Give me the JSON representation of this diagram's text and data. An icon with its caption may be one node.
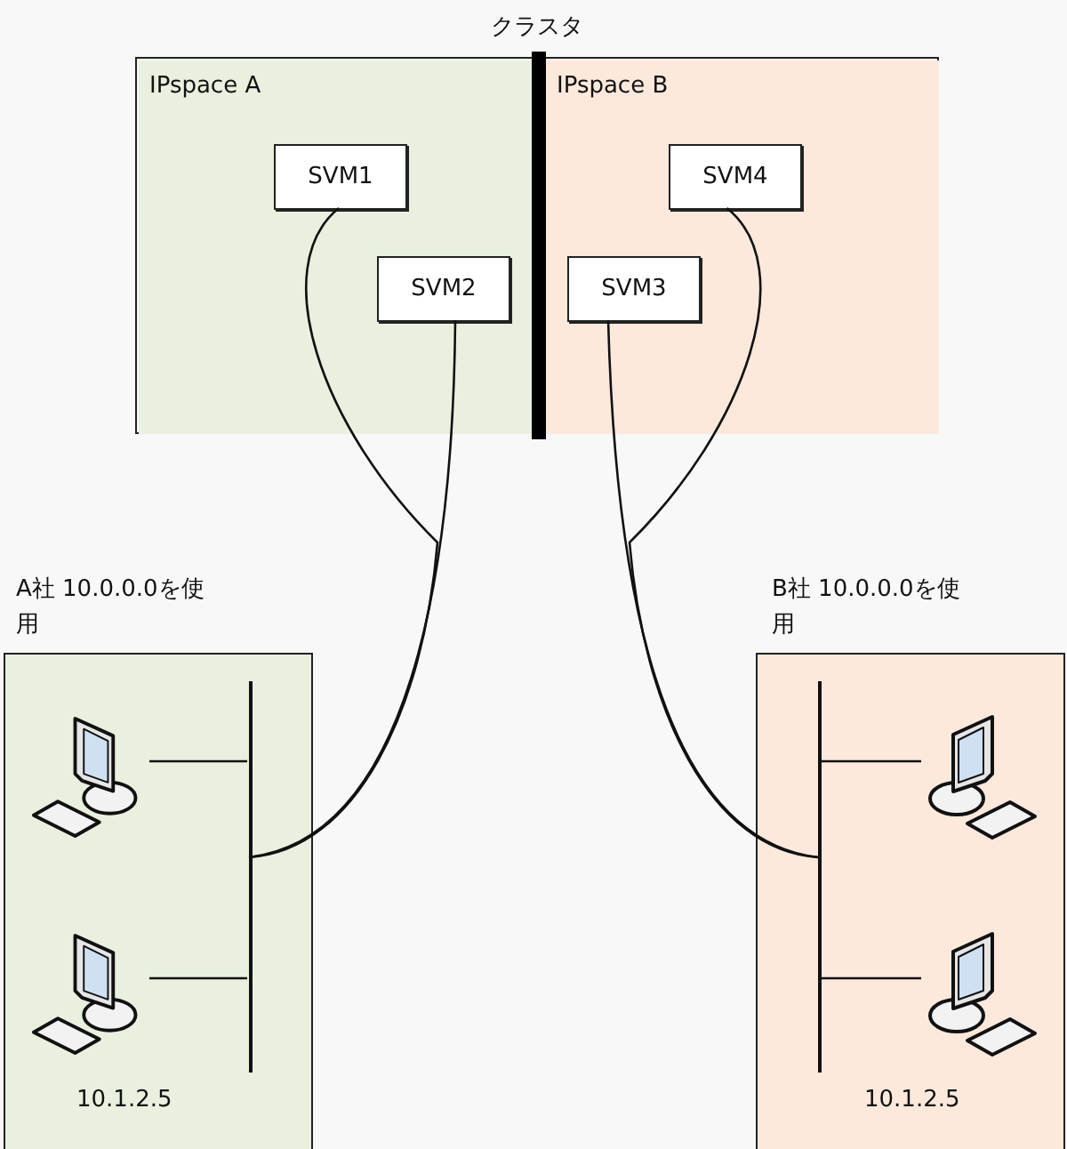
{
  "diagram": {
    "nodes": [
      {
        "text": [
          "クラスタ"
        ]
      },
      {
        "text": [
          "IPspace A"
        ],
        "in": 0
      },
      {
        "text": [
          "SVM1"
        ],
        "in": 1
      },
      {
        "text": [
          "SVM2"
        ],
        "in": 1
      },
      {
        "text": [
          "IPspace B"
        ],
        "in": 0
      },
      {
        "text": [
          "SVM3"
        ],
        "in": 4
      },
      {
        "text": [
          "SVM4"
        ],
        "in": 4
      },
      {
        "text": [
          "A社 10.0.0.0を使用",
          "10.1.2.5"
        ]
      },
      {
        "text": [],
        "shape": "bar",
        "in": 7
      },
      {
        "text": [],
        "shape": "picture",
        "in": 7
      },
      {
        "text": [],
        "shape": "picture",
        "in": 7
      },
      {
        "text": [
          "B社 10.0.0.0を使用",
          "10.1.2.5"
        ]
      },
      {
        "text": [],
        "shape": "bar",
        "in": 11
      },
      {
        "text": [],
        "shape": "picture",
        "in": 11
      },
      {
        "text": [],
        "shape": "picture",
        "in": 11
      }
    ],
    "edges": [
      {
        "from": 2,
        "to": 8,
        "arrow": "none"
      },
      {
        "from": 3,
        "to": 8,
        "arrow": "none"
      },
      {
        "from": 5,
        "to": 12,
        "arrow": "none"
      },
      {
        "from": 6,
        "to": 12,
        "arrow": "none"
      },
      {
        "from": 9,
        "to": 8,
        "arrow": "none"
      },
      {
        "from": 10,
        "to": 8,
        "arrow": "none"
      },
      {
        "from": 13,
        "to": 12,
        "arrow": "none"
      },
      {
        "from": 14,
        "to": 12,
        "arrow": "none"
      }
    ]
  }
}
